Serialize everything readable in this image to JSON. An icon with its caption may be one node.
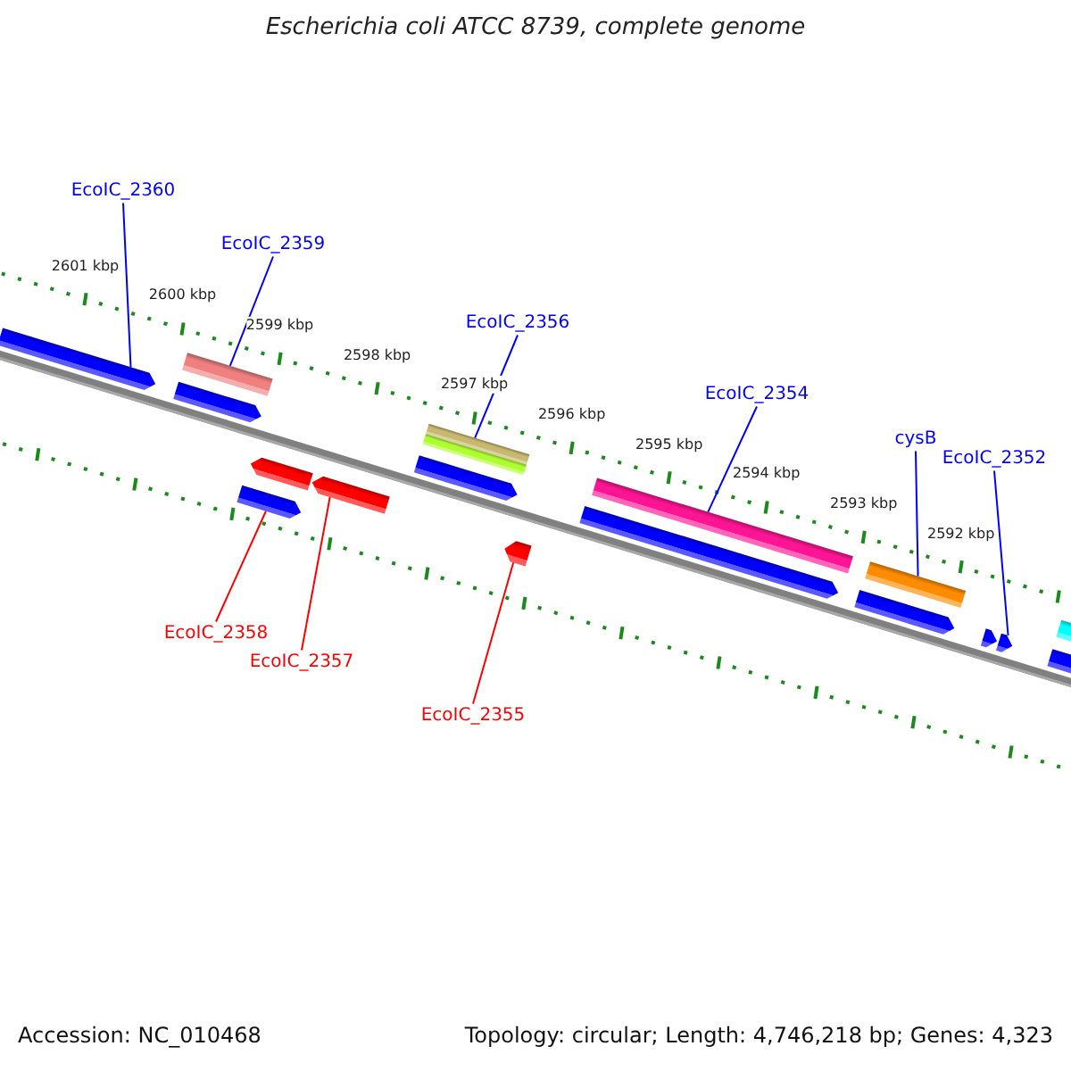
{
  "diagram": {
    "title": "Escherichia coli ATCC 8739, complete genome",
    "nodes": [
      {
        "text": [
          "EcoIC_2360"
        ]
      },
      {
        "text": [
          "EcoIC_2359"
        ]
      },
      {
        "text": [
          "EcoIC_2356"
        ]
      },
      {
        "text": [
          "EcoIC_2354"
        ]
      },
      {
        "text": [
          "cysB"
        ]
      },
      {
        "text": [
          "EcoIC_2352"
        ]
      },
      {
        "text": [
          "EcoIC_2358"
        ]
      },
      {
        "text": [
          "EcoIC_2357"
        ]
      },
      {
        "text": [
          "EcoIC_2355"
        ]
      },
      {
        "text": [],
        "shape": "bar"
      },
      {
        "text": [],
        "shape": "bar"
      },
      {
        "text": [],
        "shape": "bar"
      },
      {
        "text": [],
        "shape": "bar"
      },
      {
        "text": [],
        "shape": "bar"
      },
      {
        "text": [],
        "shape": "bar"
      },
      {
        "text": [],
        "shape": "bar"
      },
      {
        "text": [],
        "shape": "bar"
      },
      {
        "text": [],
        "shape": "bar"
      },
      {
        "text": [],
        "shape": "bar"
      },
      {
        "text": [],
        "shape": "bar"
      },
      {
        "text": [],
        "shape": "bar"
      },
      {
        "text": [],
        "shape": "bar"
      },
      {
        "text": [],
        "shape": "bar"
      },
      {
        "text": [],
        "shape": "bar"
      },
      {
        "text": [],
        "shape": "bar"
      },
      {
        "text": [],
        "shape": "bar"
      },
      {
        "text": [],
        "shape": "bar"
      }
    ],
    "edges": [
      {
        "from": 0,
        "to": 9,
        "arrow": "none"
      },
      {
        "from": 1,
        "to": 17,
        "arrow": "none"
      },
      {
        "from": 2,
        "to": 18,
        "arrow": "none"
      },
      {
        "from": 3,
        "to": 20,
        "arrow": "none"
      },
      {
        "from": 4,
        "to": 21,
        "arrow": "none"
      },
      {
        "from": 5,
        "to": 15,
        "arrow": "none"
      },
      {
        "from": 6,
        "to": 23,
        "arrow": "none",
        "color": "#ff0000"
      },
      {
        "from": 7,
        "to": 24,
        "arrow": "none",
        "color": "#ff0000"
      },
      {
        "from": 8,
        "to": 26,
        "arrow": "none",
        "color": "#ff0000"
      }
    ],
    "labels": [
      "2601 kbp",
      "2600 kbp",
      "2599 kbp",
      "2598 kbp",
      "2597 kbp",
      "2596 kbp",
      "2595 kbp",
      "2594 kbp",
      "2593 kbp",
      "2592 kbp",
      "Accession: NC_010468",
      "Topology: circular; Length: 4,746,218 bp; Genes: 4,323"
    ]
  }
}
